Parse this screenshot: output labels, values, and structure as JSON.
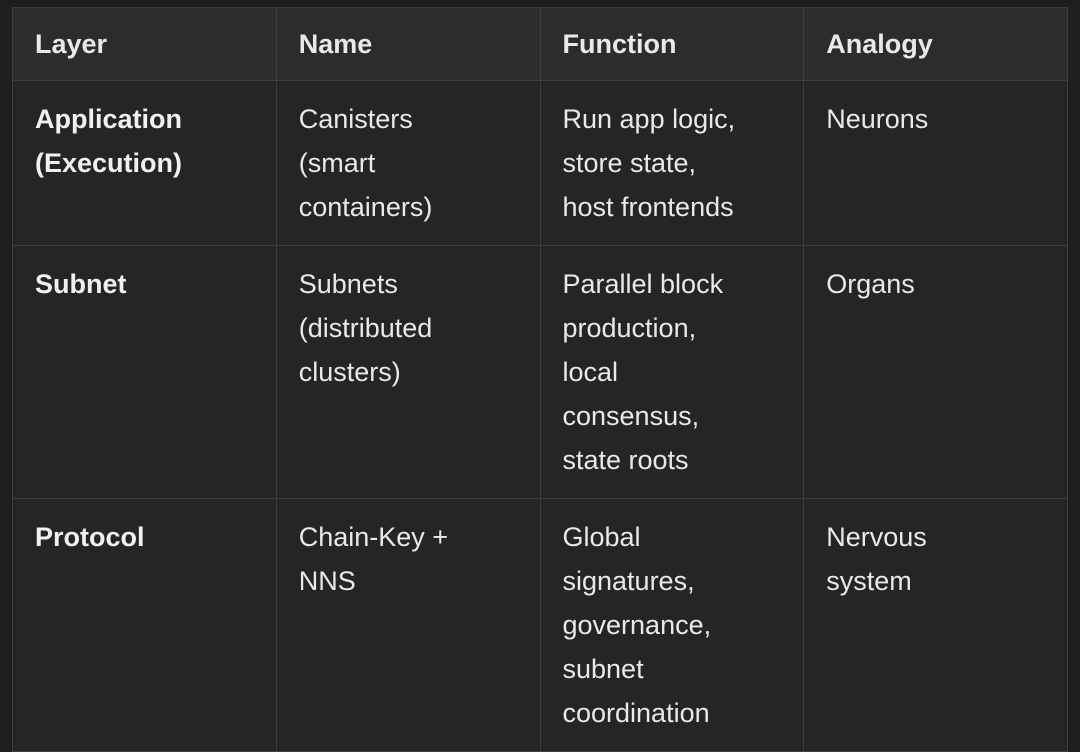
{
  "colors": {
    "page_bg": "#1e1e1e",
    "cell_bg": "#252525",
    "header_bg": "#2c2c2c",
    "border": "#3e3e3e",
    "text": "#e9e9e9"
  },
  "table": {
    "columns": [
      "Layer",
      "Name",
      "Function",
      "Analogy"
    ],
    "rows": [
      {
        "layer": "Application\n(Execution)",
        "name": "Canisters\n(smart\ncontainers)",
        "function": "Run app logic,\nstore state,\nhost frontends",
        "analogy": "Neurons"
      },
      {
        "layer": "Subnet",
        "name": "Subnets\n(distributed\nclusters)",
        "function": "Parallel block\nproduction,\nlocal\nconsensus,\nstate roots",
        "analogy": "Organs"
      },
      {
        "layer": "Protocol",
        "name": "Chain-Key +\nNNS",
        "function": "Global\nsignatures,\ngovernance,\nsubnet\ncoordination",
        "analogy": "Nervous\nsystem"
      }
    ]
  }
}
